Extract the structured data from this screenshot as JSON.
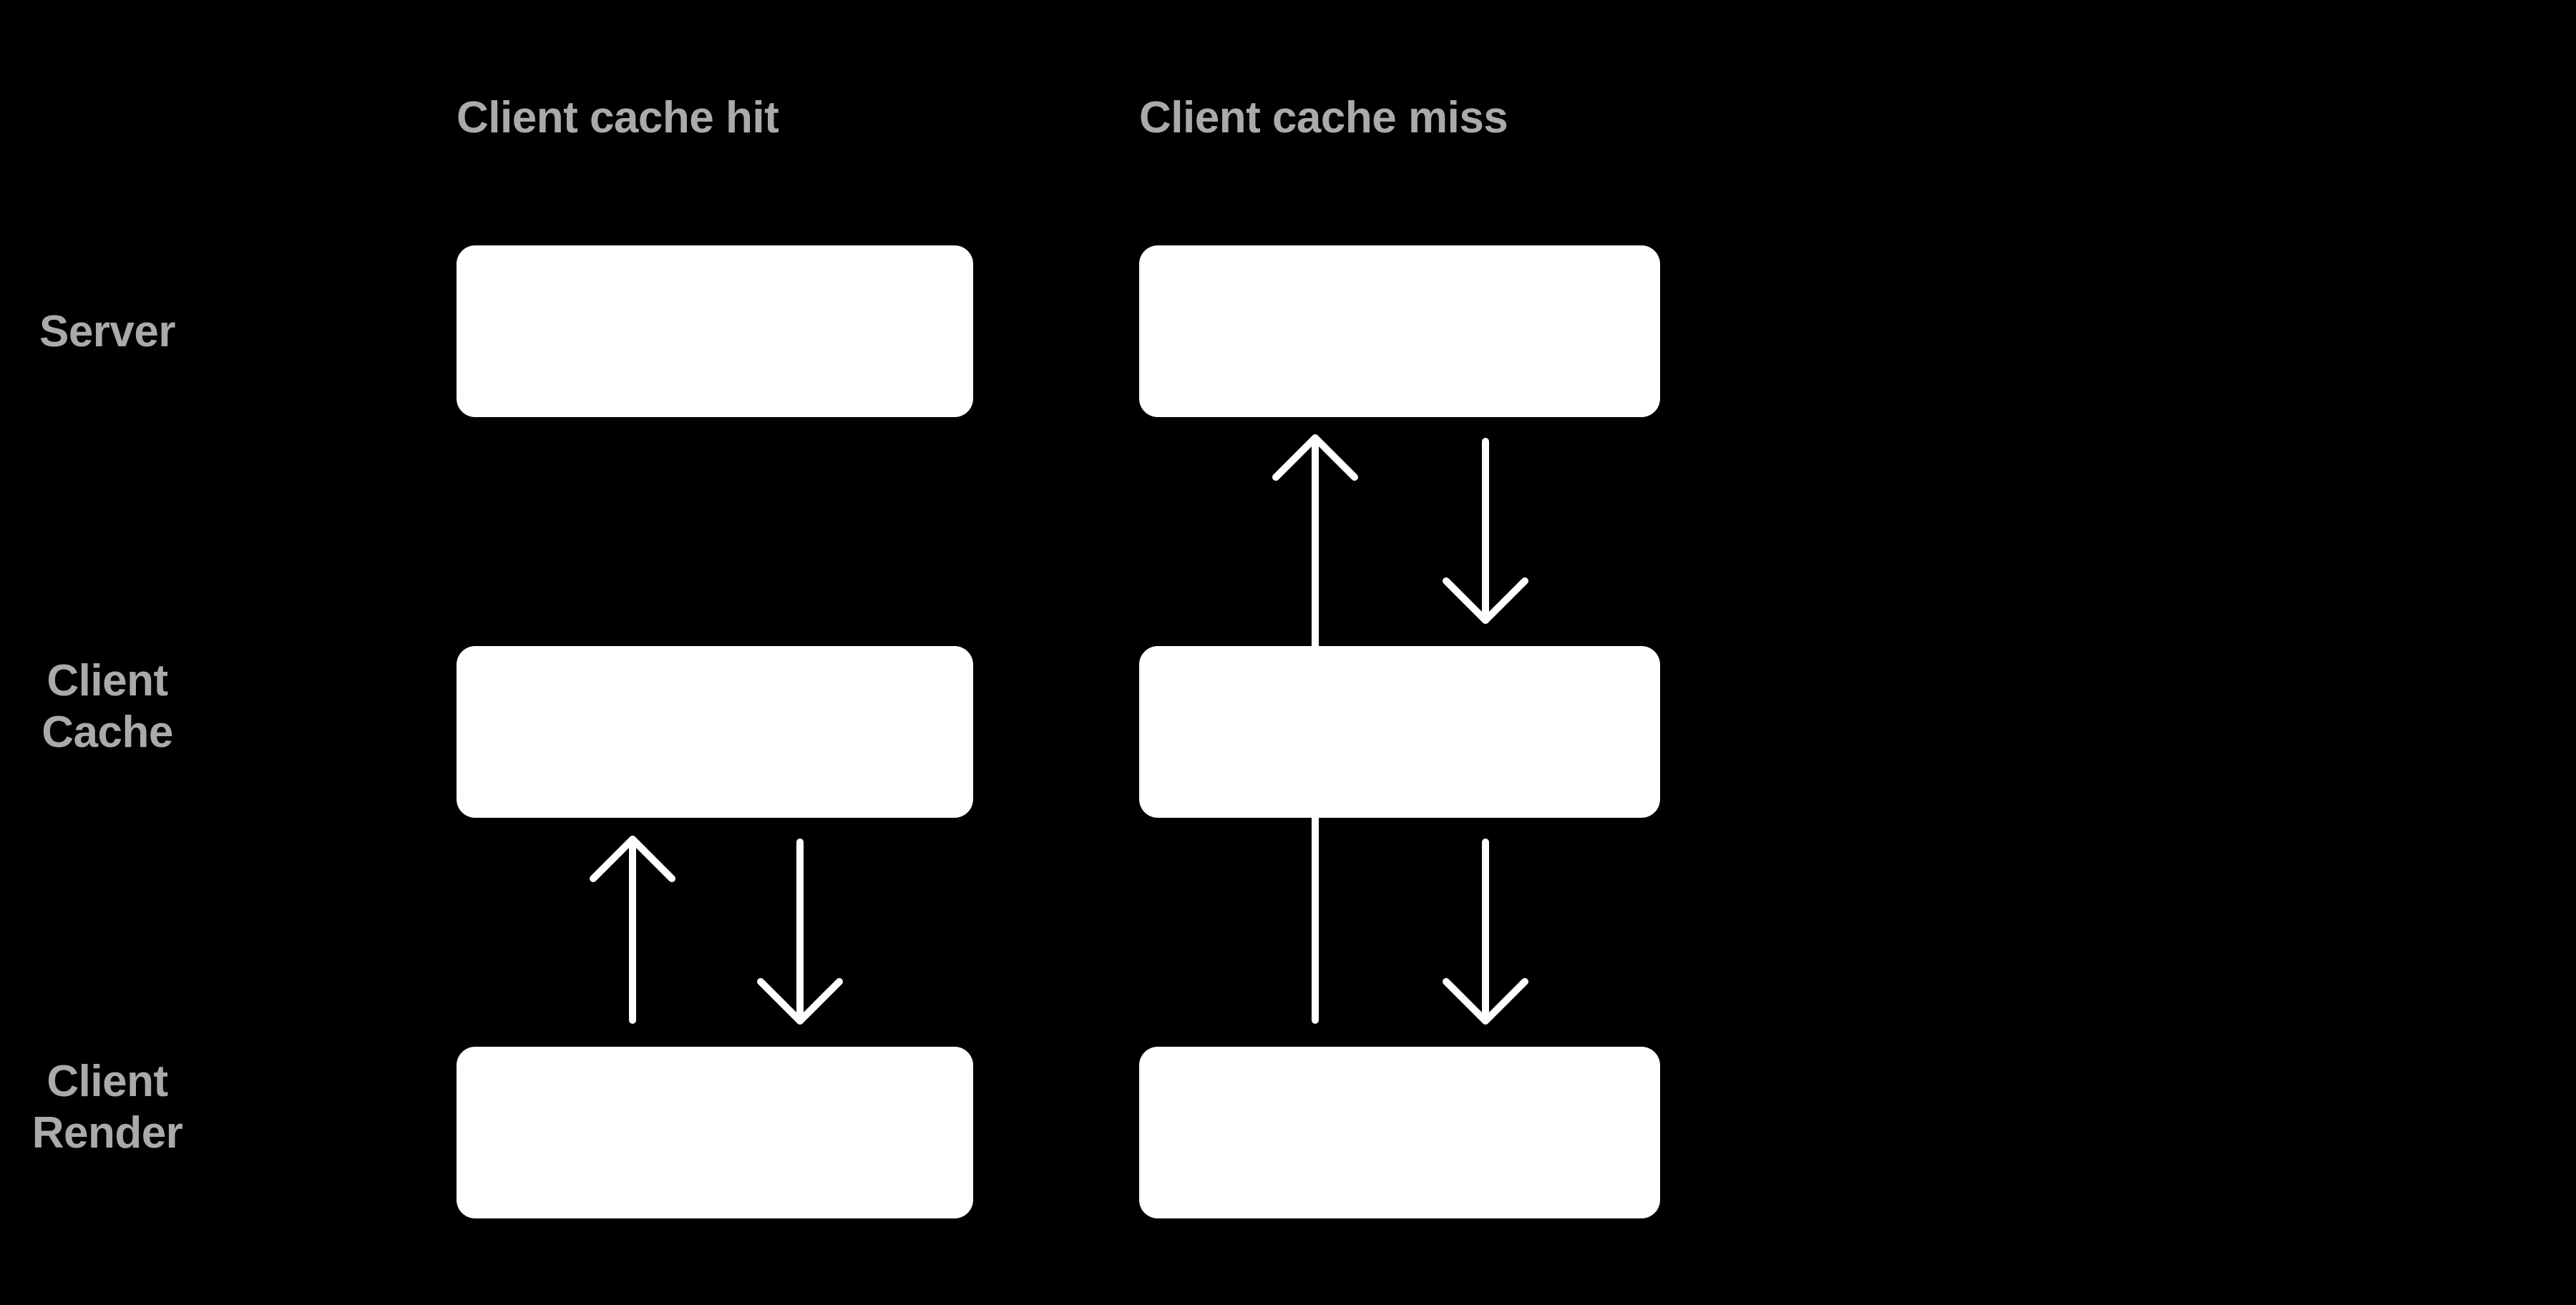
{
  "diagram": {
    "title": "Client cache hit vs client cache miss data flow",
    "background_color": "#000000",
    "node_color": "#ffffff",
    "text_color": "#aaaaaa",
    "arrow_color": "#ffffff"
  },
  "columns": [
    {
      "id": "hit",
      "label": "Client cache hit"
    },
    {
      "id": "miss",
      "label": "Client cache miss"
    }
  ],
  "rows": [
    {
      "id": "server",
      "label": "Server"
    },
    {
      "id": "cache",
      "label": "Client\nCache"
    },
    {
      "id": "render",
      "label": "Client\nRender"
    }
  ],
  "nodes": [
    {
      "column": "hit",
      "row": "server",
      "label": ""
    },
    {
      "column": "hit",
      "row": "cache",
      "label": ""
    },
    {
      "column": "hit",
      "row": "render",
      "label": ""
    },
    {
      "column": "miss",
      "row": "server",
      "label": ""
    },
    {
      "column": "miss",
      "row": "cache",
      "label": ""
    },
    {
      "column": "miss",
      "row": "render",
      "label": ""
    }
  ],
  "arrows": [
    {
      "id": "hit-render-to-cache",
      "column": "hit",
      "from": "render",
      "to": "cache",
      "direction": "up"
    },
    {
      "id": "hit-cache-to-render",
      "column": "hit",
      "from": "cache",
      "to": "render",
      "direction": "down"
    },
    {
      "id": "miss-render-to-server",
      "column": "miss",
      "from": "render",
      "to": "server",
      "direction": "up",
      "passes_through": "cache"
    },
    {
      "id": "miss-server-to-cache",
      "column": "miss",
      "from": "server",
      "to": "cache",
      "direction": "down"
    },
    {
      "id": "miss-cache-to-render",
      "column": "miss",
      "from": "cache",
      "to": "render",
      "direction": "down"
    }
  ]
}
